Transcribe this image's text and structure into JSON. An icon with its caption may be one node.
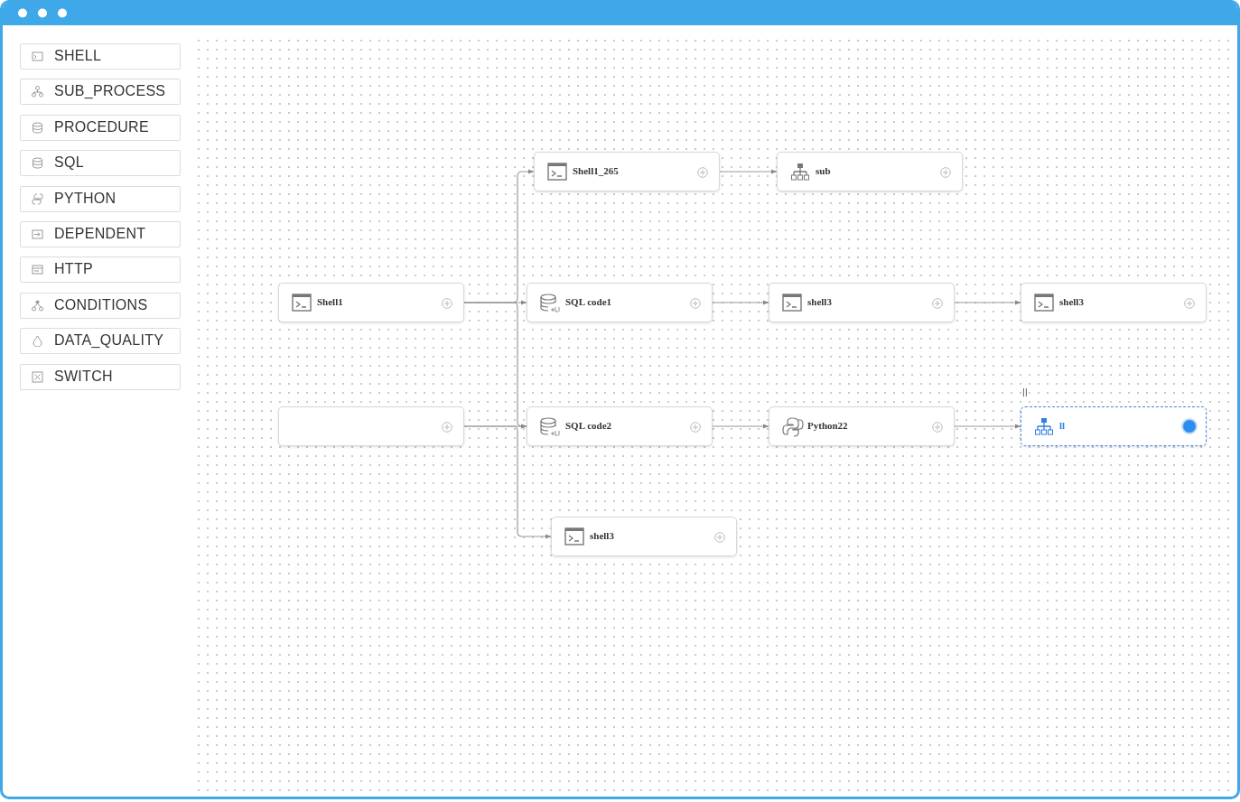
{
  "diagram": {
    "nodes": [
      {
        "text": [
          "Shell1_265"
        ]
      },
      {
        "text": [
          "sub"
        ]
      },
      {
        "text": [
          "Shell1"
        ]
      },
      {
        "text": [
          "SQL code1"
        ]
      },
      {
        "text": [
          "shell3"
        ]
      },
      {
        "text": [
          "shell3"
        ]
      },
      {
        "text": [],
        "shape": "box"
      },
      {
        "text": [
          "SQL code2"
        ]
      },
      {
        "text": [
          "Python22"
        ]
      },
      {
        "text": [
          "ll"
        ],
        "beside": [
          "ll"
        ]
      },
      {
        "text": [
          "shell3"
        ]
      }
    ],
    "edges": [
      {
        "from": 2,
        "to": 0,
        "arrow": "to"
      },
      {
        "from": 2,
        "to": 3,
        "arrow": "to"
      },
      {
        "from": 2,
        "to": 7,
        "arrow": "to"
      },
      {
        "from": 6,
        "to": 7,
        "arrow": "to"
      },
      {
        "from": 6,
        "to": 10,
        "arrow": "to"
      },
      {
        "from": 0,
        "to": 1,
        "arrow": "to"
      },
      {
        "from": 3,
        "to": 4,
        "arrow": "to"
      },
      {
        "from": 4,
        "to": 5,
        "arrow": "to"
      },
      {
        "from": 7,
        "to": 8,
        "arrow": "to"
      },
      {
        "from": 8,
        "to": 9,
        "arrow": "to"
      }
    ],
    "labels": [
      "SHELL",
      "SUB_PROCESS",
      "PROCEDURE",
      "SQL",
      "PYTHON",
      "DEPENDENT",
      "HTTP",
      "CONDITIONS",
      "DATA_QUALITY",
      "SWITCH"
    ]
  }
}
